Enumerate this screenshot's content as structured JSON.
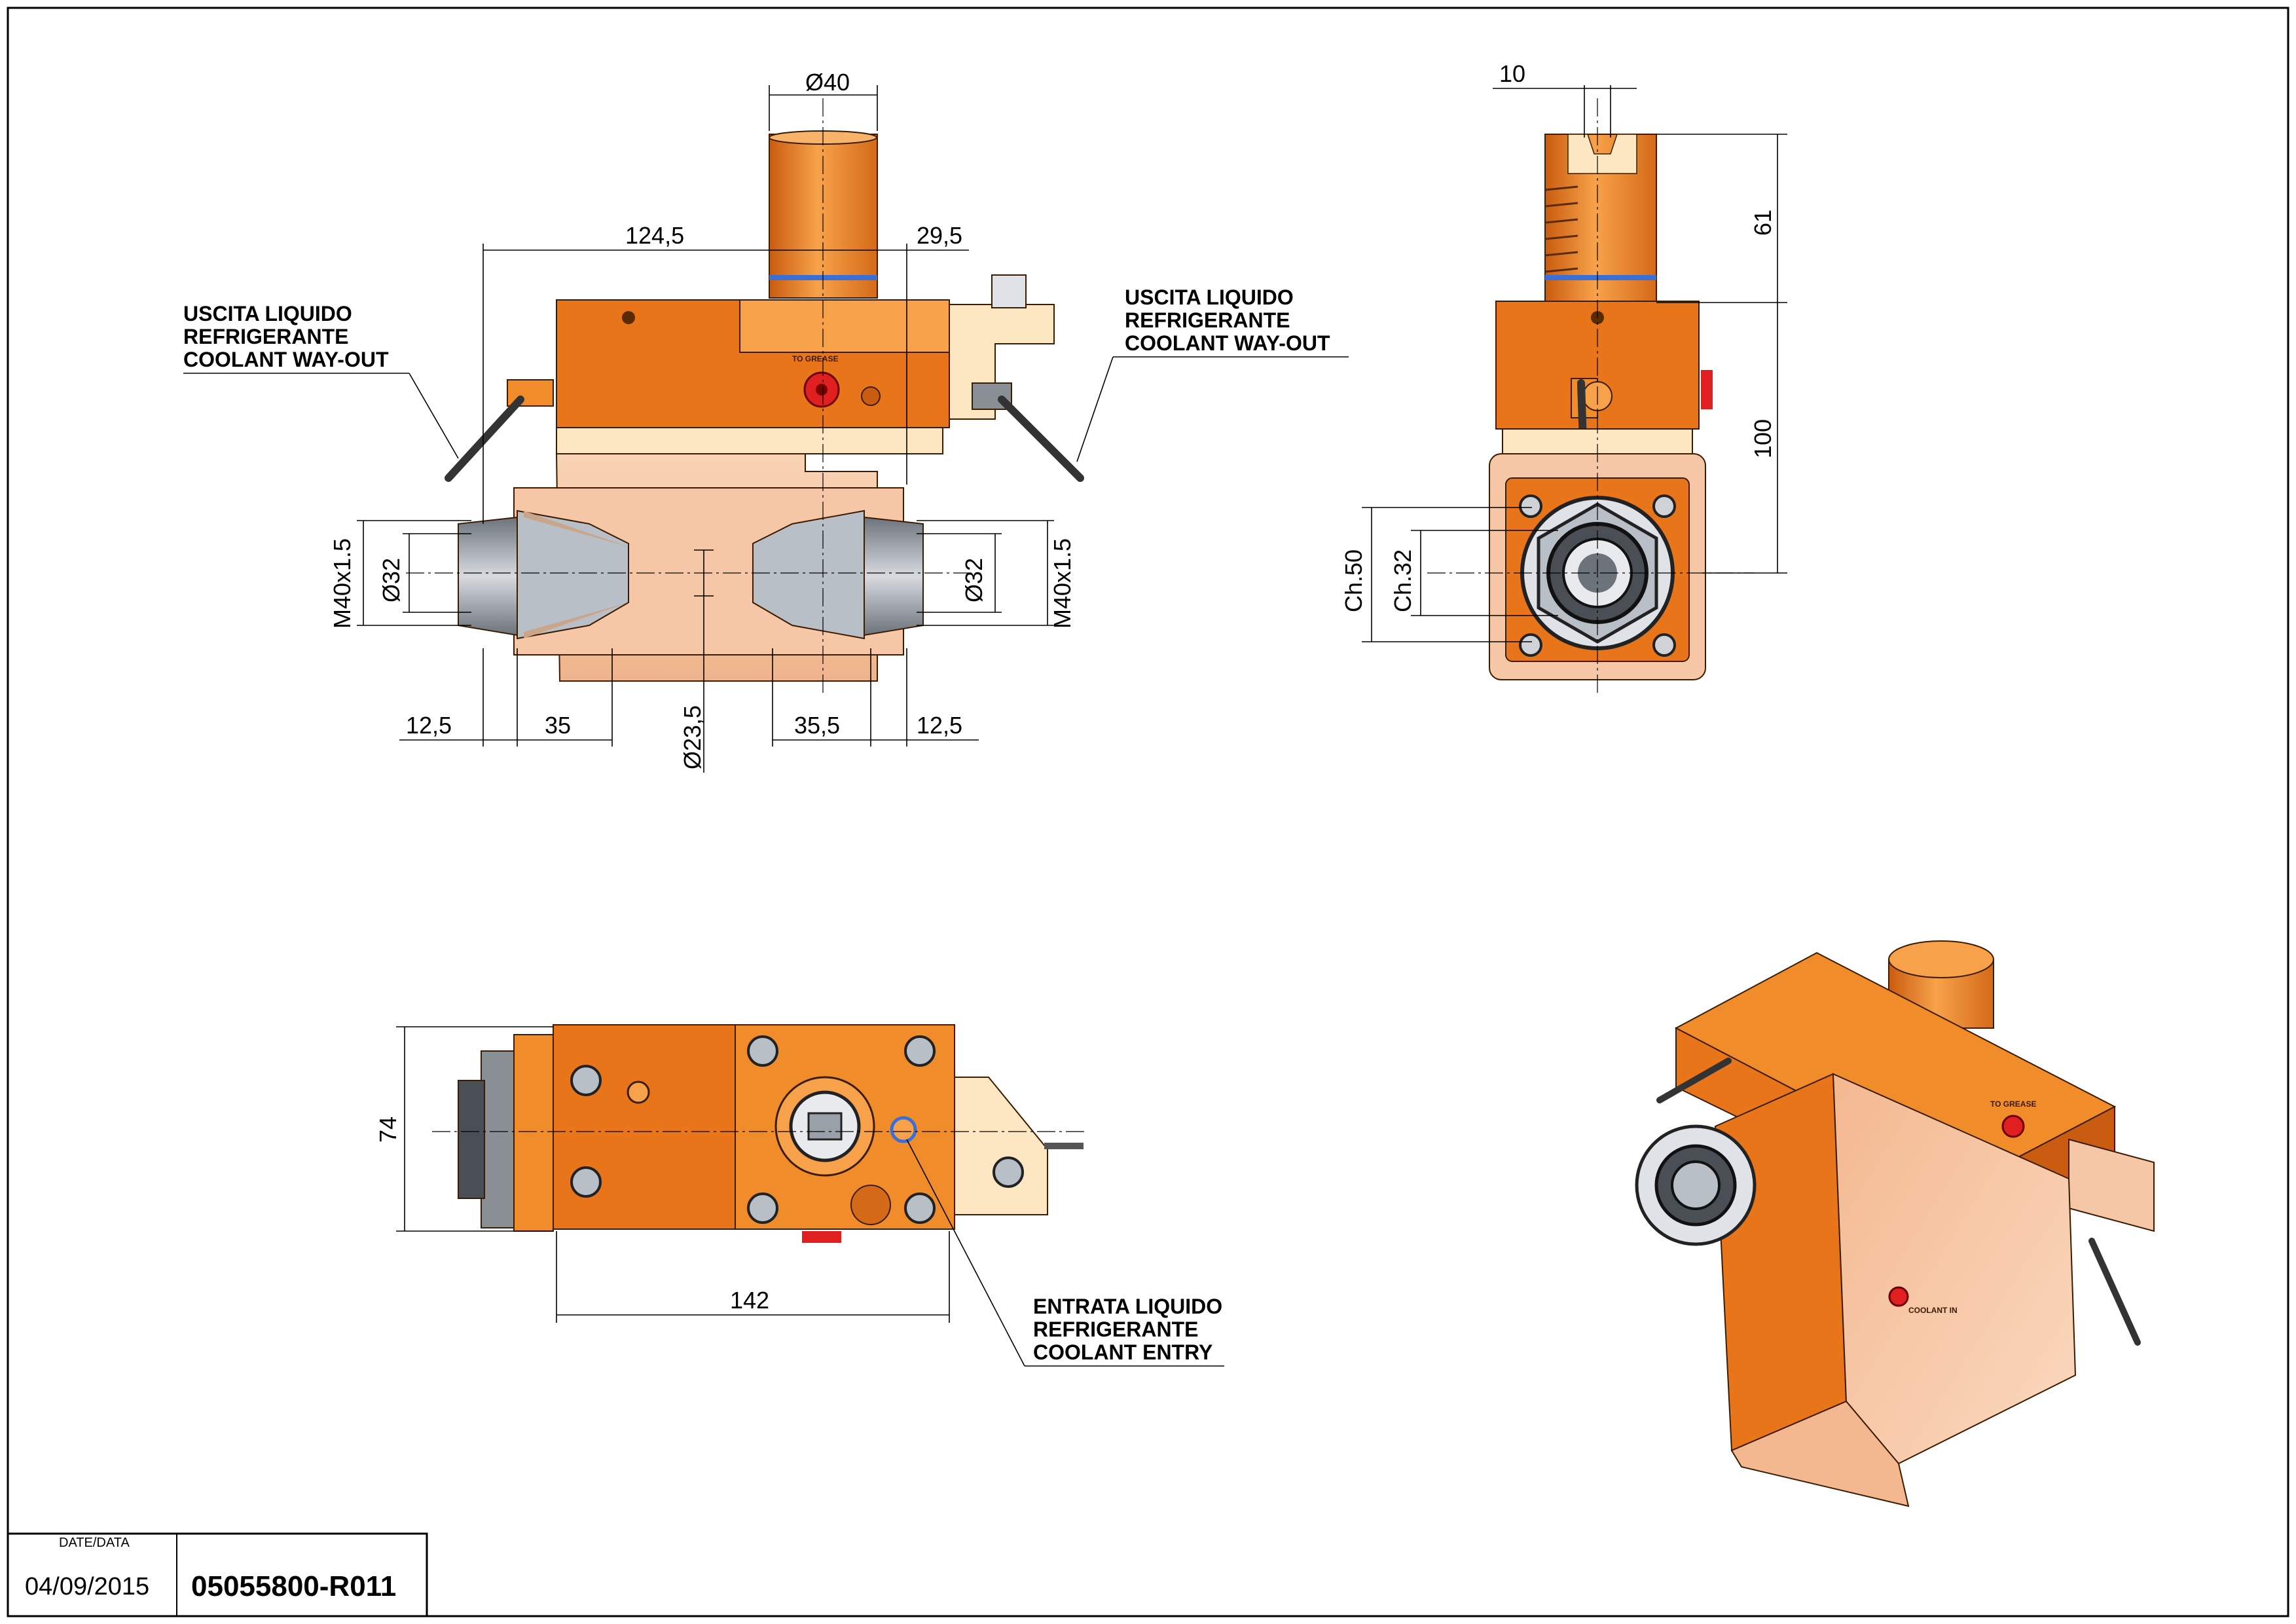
{
  "colors": {
    "housing_orange": "#e8751a",
    "housing_dark": "#c95c10",
    "spindle_orange": "#f08c2a",
    "light_orange": "#f7b36a",
    "bronze": "#f5c7a6",
    "cream": "#fde7c2",
    "steel": "#9aa0a8",
    "plug_red": "#e02020",
    "coolant_blue": "#3a6fd8"
  },
  "front_view": {
    "dim_diameter_top": "Ø40",
    "dim_length_left": "124,5",
    "dim_length_right": "29,5",
    "dim_thread_left": "M40x1.5",
    "dim_thread_right": "M40x1.5",
    "dim_bore_left": "Ø32",
    "dim_bore_right": "Ø32",
    "dim_offset_a": "12,5",
    "dim_offset_b": "35",
    "dim_offset_c": "35,5",
    "dim_offset_d": "12,5",
    "dim_center": "Ø23,5",
    "stamp_grease": "TO GREASE"
  },
  "notes": {
    "left": [
      "USCITA LIQUIDO",
      "REFRIGERANTE",
      "COOLANT WAY-OUT"
    ],
    "right": [
      "USCITA LIQUIDO",
      "REFRIGERANTE",
      "COOLANT WAY-OUT"
    ],
    "entry": [
      "ENTRATA LIQUIDO",
      "REFRIGERANTE",
      "COOLANT ENTRY"
    ]
  },
  "side_view": {
    "dim_width_top": "10",
    "dim_height_a": "61",
    "dim_height_b": "100",
    "dim_chamfer_a": "Ch.50",
    "dim_chamfer_b": "Ch.32"
  },
  "top_view": {
    "dim_height": "74",
    "dim_length": "142"
  },
  "iso_view": {
    "stamp_a": "TO GREASE",
    "stamp_b": "COOLANT IN"
  },
  "title_block": {
    "date_label": "DATE/DATA",
    "date_value": "04/09/2015",
    "drawing_code": "05055800-R011"
  }
}
